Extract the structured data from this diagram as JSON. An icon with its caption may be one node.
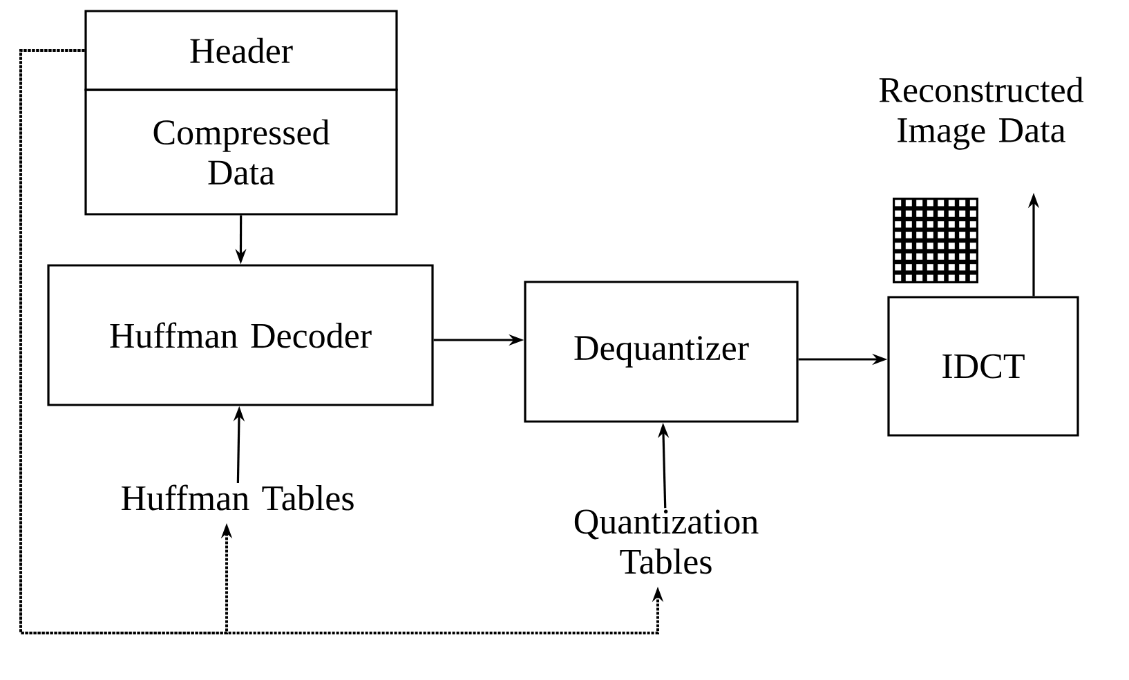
{
  "diagram": {
    "nodes": [
      {
        "text": [
          "Header"
        ]
      },
      {
        "text": [
          "Compressed Data"
        ]
      },
      {
        "text": [
          "Huffman Decoder"
        ]
      },
      {
        "text": [
          "Dequantizer"
        ]
      },
      {
        "text": [
          "IDCT"
        ]
      },
      {
        "text": [
          "Huffman Tables"
        ]
      },
      {
        "text": [
          "Quantization Tables"
        ]
      },
      {
        "text": [
          "Reconstructed Image Data"
        ]
      }
    ],
    "edges": [
      {
        "from": 1,
        "to": 2,
        "arrow": "to"
      },
      {
        "from": 2,
        "to": 3,
        "arrow": "to"
      },
      {
        "from": 3,
        "to": 4,
        "arrow": "to"
      },
      {
        "from": 5,
        "to": 2,
        "arrow": "to"
      },
      {
        "from": 6,
        "to": 3,
        "arrow": "to"
      },
      {
        "from": 4,
        "to": 7,
        "arrow": "to"
      },
      {
        "from": 0,
        "to": 5,
        "arrow": "to",
        "style": "dashed"
      },
      {
        "from": 0,
        "to": 6,
        "arrow": "to",
        "style": "dashed"
      }
    ]
  }
}
